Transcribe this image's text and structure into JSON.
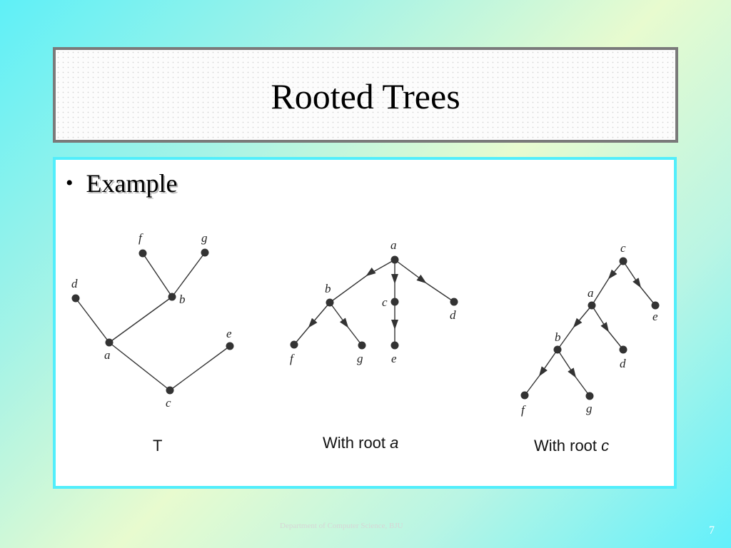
{
  "slide": {
    "title": "Rooted Trees",
    "bullet": "Example",
    "footer": "Department of Computer Science, BJU",
    "page_number": "7"
  },
  "colors": {
    "title_border": "#7a7a7a",
    "content_border": "#52eefb",
    "node": "#333333"
  },
  "diagrams": [
    {
      "caption": "T",
      "directed": false,
      "nodes": [
        "f",
        "g",
        "d",
        "b",
        "a",
        "e",
        "c"
      ],
      "edges": [
        [
          "f",
          "b"
        ],
        [
          "g",
          "b"
        ],
        [
          "b",
          "a"
        ],
        [
          "d",
          "a"
        ],
        [
          "a",
          "c"
        ],
        [
          "e",
          "c"
        ]
      ]
    },
    {
      "caption": "With root a",
      "caption_prefix": "With root ",
      "caption_var": "a",
      "directed": true,
      "root": "a",
      "nodes": [
        "a",
        "b",
        "c",
        "d",
        "f",
        "g",
        "e"
      ],
      "edges": [
        [
          "a",
          "b"
        ],
        [
          "a",
          "c"
        ],
        [
          "a",
          "d"
        ],
        [
          "b",
          "f"
        ],
        [
          "b",
          "g"
        ],
        [
          "c",
          "e"
        ]
      ]
    },
    {
      "caption": "With root c",
      "caption_prefix": "With root ",
      "caption_var": "c",
      "directed": true,
      "root": "c",
      "nodes": [
        "c",
        "a",
        "e",
        "b",
        "d",
        "f",
        "g"
      ],
      "edges": [
        [
          "c",
          "a"
        ],
        [
          "c",
          "e"
        ],
        [
          "a",
          "b"
        ],
        [
          "a",
          "d"
        ],
        [
          "b",
          "f"
        ],
        [
          "b",
          "g"
        ]
      ]
    }
  ]
}
